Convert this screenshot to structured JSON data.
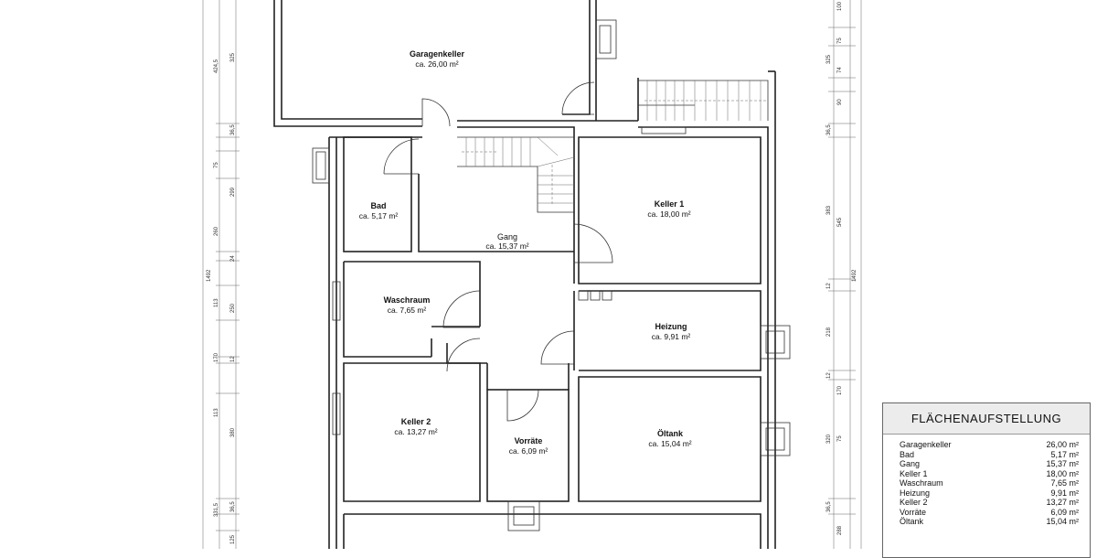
{
  "rooms": {
    "garagenkeller": {
      "name": "Garagenkeller",
      "area": "ca. 26,00 m²"
    },
    "bad": {
      "name": "Bad",
      "area": "ca. 5,17 m²"
    },
    "gang": {
      "name": "Gang",
      "area": "ca. 15,37 m²"
    },
    "keller1": {
      "name": "Keller 1",
      "area": "ca. 18,00 m²"
    },
    "waschraum": {
      "name": "Waschraum",
      "area": "ca. 7,65 m²"
    },
    "heizung": {
      "name": "Heizung",
      "area": "ca. 9,91 m²"
    },
    "keller2": {
      "name": "Keller 2",
      "area": "ca. 13,27 m²"
    },
    "vorraete": {
      "name": "Vorräte",
      "area": "ca. 6,09 m²"
    },
    "oeltank": {
      "name": "Öltank",
      "area": "ca. 15,04 m²"
    }
  },
  "dimensions_left": {
    "d1": "424,5",
    "d2": "325",
    "d3": "36,5",
    "d4": "75",
    "d5": "299",
    "d6": "260",
    "d7": "24",
    "d8": "113",
    "d9": "250",
    "d10": "170",
    "d11": "12",
    "d12": "113",
    "d13": "380",
    "d14": "331,5",
    "d15": "36,5",
    "d16": "125",
    "total": "1492"
  },
  "dimensions_right": {
    "d1": "100",
    "d2": "75",
    "d3": "325",
    "d4": "74",
    "d5": "90",
    "d6": "36,5",
    "d7": "383",
    "d8": "545",
    "d9": "12",
    "d10": "218",
    "d11": "12",
    "d12": "170",
    "d13": "320",
    "d14": "75",
    "d15": "36,5",
    "d16": "288",
    "total": "1492"
  },
  "legend": {
    "title": "FLÄCHENAUFSTELLUNG",
    "rows": [
      {
        "name": "Garagenkeller",
        "area": "26,00 m²"
      },
      {
        "name": "Bad",
        "area": "5,17 m²"
      },
      {
        "name": "Gang",
        "area": "15,37 m²"
      },
      {
        "name": "Keller 1",
        "area": "18,00 m²"
      },
      {
        "name": "Waschraum",
        "area": "7,65 m²"
      },
      {
        "name": "Heizung",
        "area": "9,91 m²"
      },
      {
        "name": "Keller 2",
        "area": "13,27 m²"
      },
      {
        "name": "Vorräte",
        "area": "6,09 m²"
      },
      {
        "name": "Öltank",
        "area": "15,04 m²"
      }
    ]
  }
}
